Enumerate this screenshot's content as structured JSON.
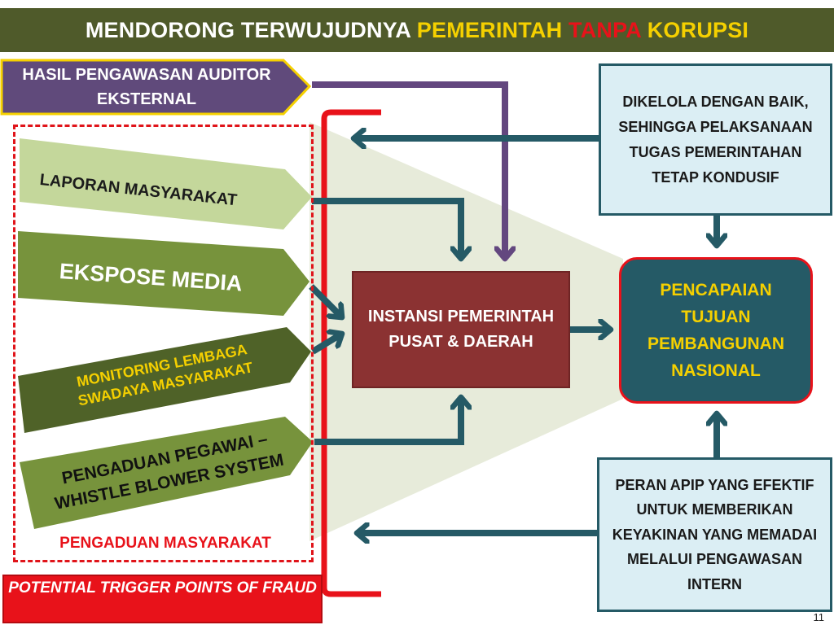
{
  "title": {
    "part1": "MENDORONG TERWUJUDNYA ",
    "part2": "PEMERINTAH ",
    "part3": "TANPA",
    "part4": " KORUPSI"
  },
  "colors": {
    "title_bg": "#4f5a2a",
    "title_yellow": "#f5d000",
    "title_red": "#e8121a",
    "arrow_teal": "#255a66",
    "arrow_purple": "#63477f",
    "center_box": "#8b3232",
    "goal_box": "#255a66"
  },
  "sources": {
    "auditor": "HASIL PENGAWASAN AUDITOR EKSTERNAL",
    "laporan": "LAPORAN MASYARAKAT",
    "ekspose": "EKSPOSE MEDIA",
    "monitoring": "MONITORING LEMBAGA SWADAYA MASYARAKAT",
    "pengaduan_pegawai": "PENGADUAN PEGAWAI – WHISTLE BLOWER SYSTEM",
    "group_label": "PENGADUAN MASYARAKAT"
  },
  "center": "INSTANSI PEMERINTAH PUSAT & DAERAH",
  "goal": "PENCAPAIAN TUJUAN PEMBANGUNAN NASIONAL",
  "top_right": "DIKELOLA DENGAN BAIK, SEHINGGA PELAKSANAAN TUGAS PEMERINTAHAN TETAP KONDUSIF",
  "bottom_right": "PERAN APIP YANG EFEKTIF UNTUK MEMBERIKAN KEYAKINAN YANG MEMADAI MELALUI PENGAWASAN INTERN",
  "trigger": "POTENTIAL TRIGGER POINTS OF FRAUD",
  "page_number": "11"
}
